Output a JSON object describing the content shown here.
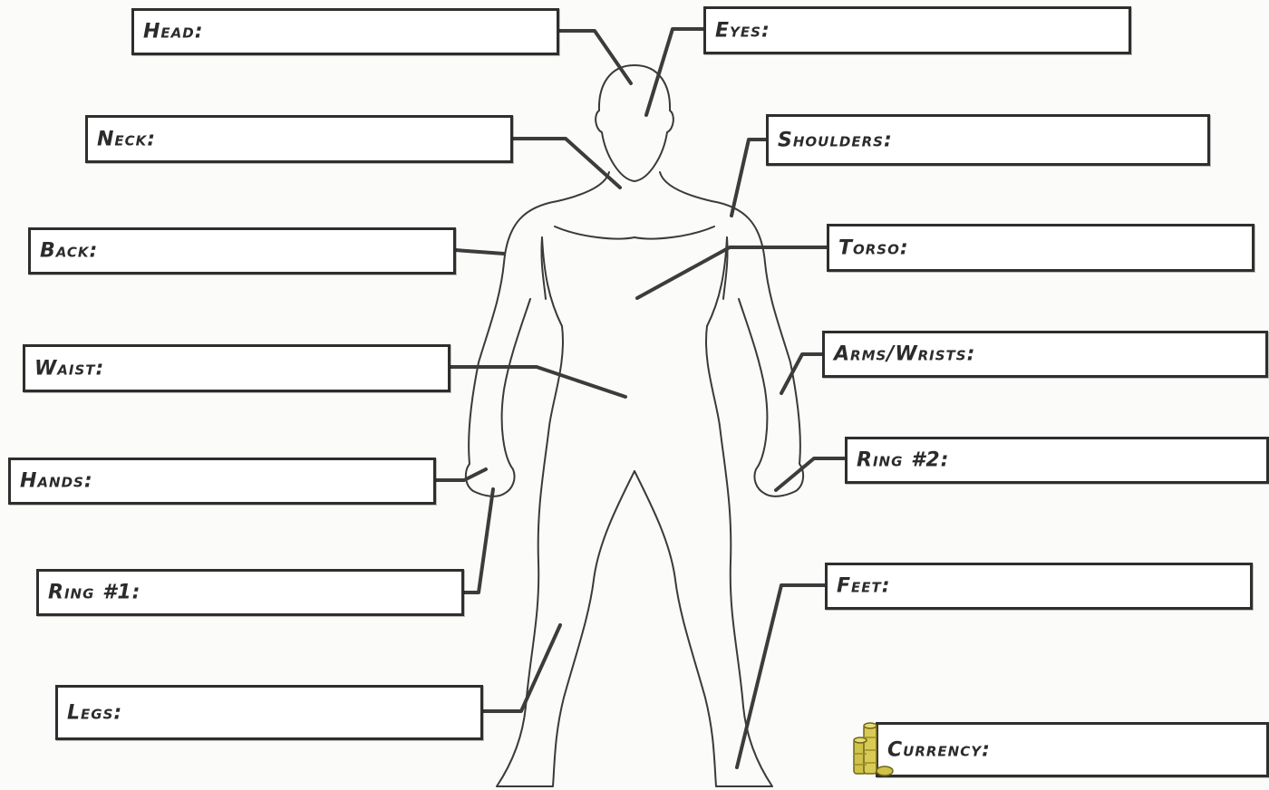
{
  "slots": {
    "head": {
      "label": "Head:"
    },
    "eyes": {
      "label": "Eyes:"
    },
    "neck": {
      "label": "Neck:"
    },
    "shoulders": {
      "label": "Shoulders:"
    },
    "back": {
      "label": "Back:"
    },
    "torso": {
      "label": "Torso:"
    },
    "waist": {
      "label": "Waist:"
    },
    "arms_wrists": {
      "label": "Arms/Wrists:"
    },
    "hands": {
      "label": "Hands:"
    },
    "ring_2": {
      "label": "Ring #2:"
    },
    "ring_1": {
      "label": "Ring #1:"
    },
    "feet": {
      "label": "Feet:"
    },
    "legs": {
      "label": "Legs:"
    },
    "currency": {
      "label": "Currency:"
    }
  },
  "colors": {
    "outline": "#2e2e2e",
    "coin_fill": "#cfc24a",
    "coin_shade": "#8f8420"
  },
  "icons": {
    "currency": "gold-coins-icon"
  }
}
